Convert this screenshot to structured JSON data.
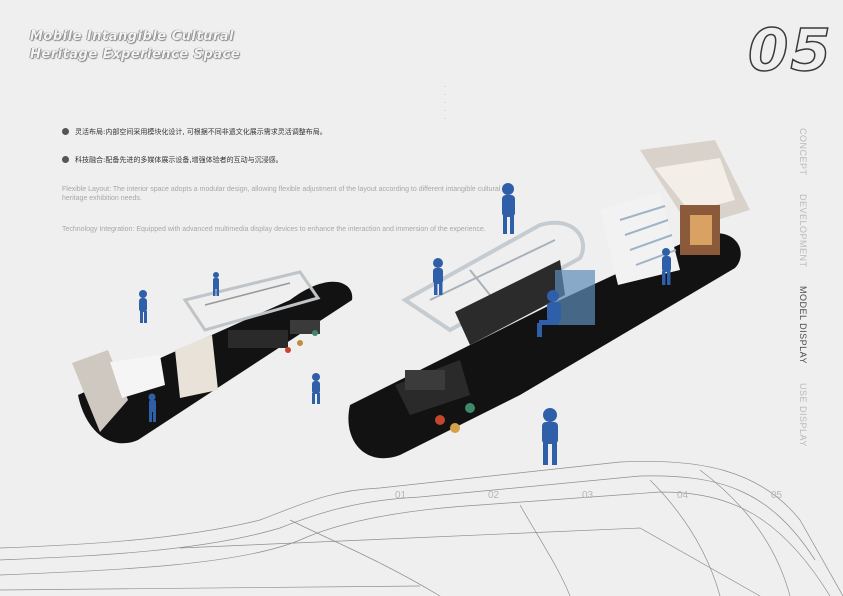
{
  "header": {
    "title_line1": "Mobile Intangible Cultural",
    "title_line2": "Heritage Experience Space",
    "page_number": "05"
  },
  "content": {
    "bullets": [
      "灵活布局:内部空间采用模块化设计, 可根据不同非遗文化展示需求灵活调整布局。",
      "科技融合:配备先进的多媒体展示设备,增强体验者的互动与沉浸感。"
    ],
    "english": [
      "Flexible Layout: The interior space adopts a modular design, allowing flexible adjustment of the layout according to different intangible cultural heritage exhibition needs.",
      "Technology Integration: Equipped with advanced multimedia display devices to enhance the interaction and immersion of the experience."
    ]
  },
  "side_nav": {
    "items": [
      "CONCEPT",
      "DEVELOPMENT",
      "MODEL DISPLAY",
      "USE DISPLAY"
    ],
    "active": "MODEL DISPLAY"
  },
  "scale_labels": [
    "01",
    "02",
    "03",
    "04",
    "05"
  ],
  "colors": {
    "background": "#efefef",
    "floor": "#121212",
    "figure": "#2f5fa8",
    "accent_text": "#4a4a4a"
  }
}
